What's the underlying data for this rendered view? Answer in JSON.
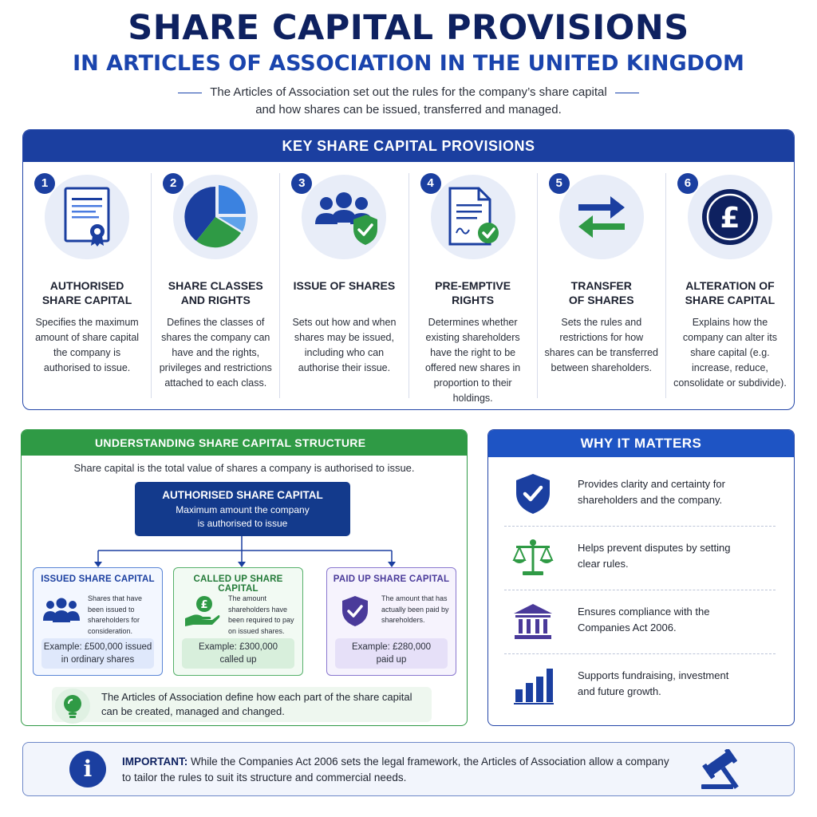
{
  "header": {
    "title": "SHARE CAPITAL PROVISIONS",
    "subtitle": "IN ARTICLES OF ASSOCIATION IN THE UNITED KINGDOM",
    "intro_line1": "The Articles of Association set out the rules for the company’s share capital",
    "intro_line2": "and how shares can be issued, transferred and managed."
  },
  "key_provisions": {
    "heading": "KEY SHARE CAPITAL PROVISIONS",
    "items": [
      {
        "number": "1",
        "icon": "certificate-icon",
        "title_line1": "AUTHORISED",
        "title_line2": "SHARE CAPITAL",
        "description": "Specifies the maximum amount of share capital the company is authorised to issue."
      },
      {
        "number": "2",
        "icon": "pie-chart-icon",
        "title_line1": "SHARE CLASSES",
        "title_line2": "AND RIGHTS",
        "description": "Defines the classes of shares the company can have and the rights, privileges and restrictions attached to each class."
      },
      {
        "number": "3",
        "icon": "people-shield-icon",
        "title_line1": "ISSUE OF SHARES",
        "title_line2": "",
        "description": "Sets out how and when shares may be issued, including who can authorise their issue."
      },
      {
        "number": "4",
        "icon": "document-check-icon",
        "title_line1": "PRE-EMPTIVE",
        "title_line2": "RIGHTS",
        "description": "Determines whether existing shareholders have the right to be offered new shares in proportion to their holdings."
      },
      {
        "number": "5",
        "icon": "transfer-arrows-icon",
        "title_line1": "TRANSFER",
        "title_line2": "OF SHARES",
        "description": "Sets the rules and restrictions for how shares can be transferred between shareholders."
      },
      {
        "number": "6",
        "icon": "pound-coin-icon",
        "title_line1": "ALTERATION OF",
        "title_line2": "SHARE CAPITAL",
        "description": "Explains how the company can alter its share capital (e.g. increase, reduce, consolidate or subdivide)."
      }
    ]
  },
  "structure": {
    "heading": "UNDERSTANDING SHARE CAPITAL STRUCTURE",
    "intro": "Share capital is the total value of shares a company is authorised to issue.",
    "authorised": {
      "title": "AUTHORISED SHARE CAPITAL",
      "line1": "Maximum amount the company",
      "line2": "is authorised to issue"
    },
    "boxes": [
      {
        "title": "ISSUED SHARE CAPITAL",
        "icon": "people-icon",
        "description": "Shares that have been issued to shareholders for consideration.",
        "example_line1": "Example: £500,000 issued",
        "example_line2": "in ordinary shares"
      },
      {
        "title": "CALLED UP SHARE CAPITAL",
        "icon": "hand-coin-icon",
        "description": "The amount shareholders have been required to pay on issued shares.",
        "example_line1": "Example: £300,000",
        "example_line2": "called up"
      },
      {
        "title": "PAID UP SHARE CAPITAL",
        "icon": "shield-check-icon",
        "description": "The amount that has actually been paid by shareholders.",
        "example_line1": "Example: £280,000",
        "example_line2": "paid up"
      }
    ],
    "footer_line1": "The Articles of Association define how each part of the share capital",
    "footer_line2": "can be created, managed and changed."
  },
  "why": {
    "heading": "WHY IT MATTERS",
    "items": [
      {
        "icon": "shield-check-icon",
        "line1": "Provides clarity and certainty for",
        "line2": "shareholders and the company."
      },
      {
        "icon": "scales-icon",
        "line1": "Helps prevent disputes by setting",
        "line2": "clear rules."
      },
      {
        "icon": "courthouse-icon",
        "line1": "Ensures compliance with the",
        "line2": "Companies Act 2006."
      },
      {
        "icon": "bar-chart-icon",
        "line1": "Supports fundraising, investment",
        "line2": "and future growth."
      }
    ]
  },
  "important": {
    "label": "IMPORTANT:",
    "line1": "While the Companies Act 2006 sets the legal framework, the Articles of Association allow a company",
    "line2": "to tailor the rules to suit its structure and commercial needs."
  },
  "colors": {
    "navy": "#0e2160",
    "blue": "#1b3fa0",
    "green": "#2f9a45",
    "purple": "#4a3a9a"
  }
}
